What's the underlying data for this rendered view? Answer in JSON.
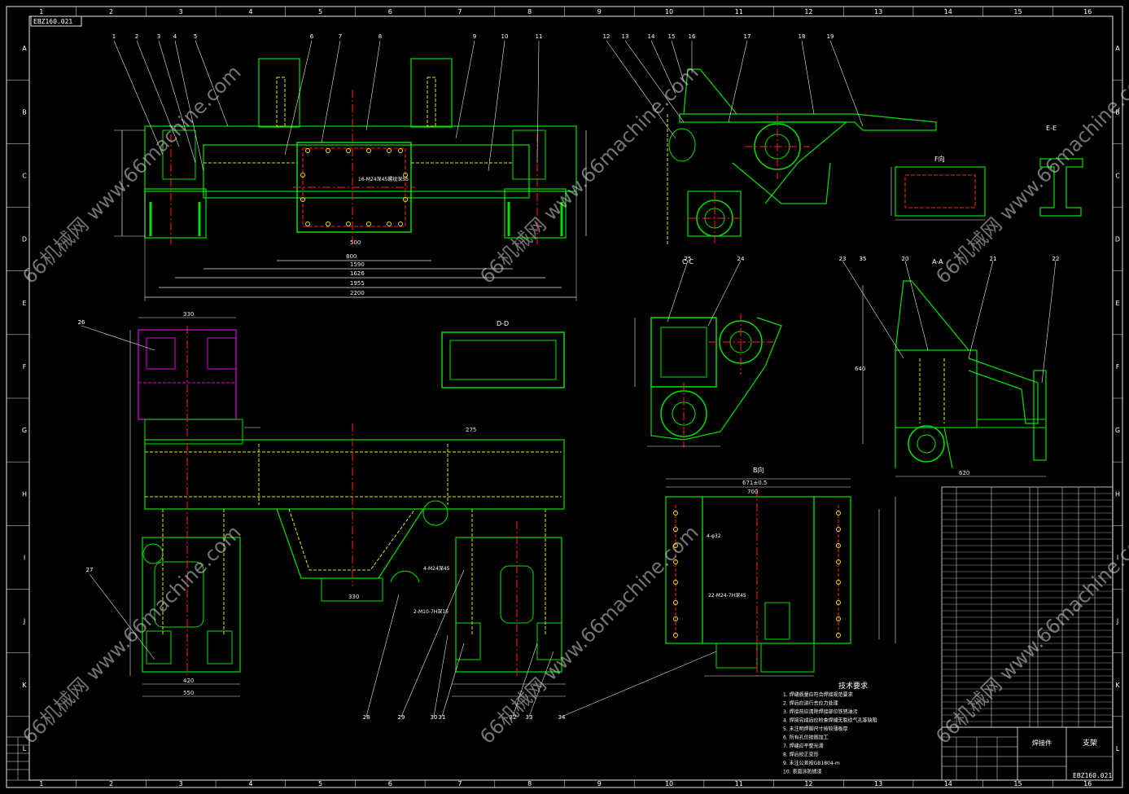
{
  "drawing": {
    "code_top_left": "EBZ160.021",
    "drawing_no": "EBZ160.021",
    "part_name": "支架",
    "assembly_label": "焊接件",
    "tech_title": "技术要求",
    "tech_notes": [
      "1. 焊缝质量应符合焊接规范要求",
      "2. 焊后应进行去应力处理",
      "3. 焊接前应清除焊接部位铁锈油污",
      "4. 焊接完成后应检查焊缝无裂纹气孔等缺陷",
      "5. 未注明焊脚尺寸按较薄板厚",
      "6. 所有孔位按图加工",
      "7. 焊缝应平整光滑",
      "8. 焊后校正变形",
      "9. 未注公差按GB1804-m",
      "10. 表面涂防锈漆"
    ],
    "column_numbers": [
      "1",
      "2",
      "3",
      "4",
      "5",
      "6",
      "7",
      "8",
      "9",
      "10",
      "11",
      "12",
      "13",
      "14",
      "15",
      "16"
    ],
    "row_letters": [
      "A",
      "B",
      "C",
      "D",
      "E",
      "F",
      "G",
      "H",
      "I",
      "J",
      "K",
      "L"
    ],
    "views": {
      "section_dd": "D-D",
      "section_cc": "C-C",
      "section_aa": "A-A",
      "view_f": "F向",
      "view_b": "B向",
      "view_e": "E-E"
    },
    "dimensions": {
      "total_width": "2200",
      "d1": "1955",
      "d2": "1626",
      "d3": "1590",
      "d4": "800",
      "d5": "500",
      "d6": "330",
      "d7": "420",
      "d8": "550",
      "d9": "620",
      "d10": "640",
      "d11": "671±0.5",
      "d12": "700",
      "d13": "330",
      "d14": "275"
    },
    "hole_notes": {
      "n1": "16-M24深45螺纹深55",
      "n2": "4-M24深45",
      "n3": "22-M24-7H深45",
      "n4": "2-M10-7H深15",
      "n5": "4-φ32"
    },
    "balloons": [
      "1",
      "2",
      "3",
      "4",
      "5",
      "6",
      "7",
      "8",
      "9",
      "10",
      "11",
      "12",
      "13",
      "14",
      "15",
      "16",
      "17",
      "18",
      "19",
      "20",
      "21",
      "22",
      "23",
      "24",
      "25",
      "26",
      "27",
      "28",
      "29",
      "30",
      "31",
      "32",
      "33",
      "34",
      "35"
    ]
  },
  "colors": {
    "outline": "#00e000",
    "hidden": "#e6e600",
    "center": "#ff2020",
    "dim": "#e8e8e8",
    "magenta": "#e000e0",
    "cyan": "#00d8e8",
    "text": "#ffffff"
  },
  "watermark": "66机械网 www.66machine.com"
}
